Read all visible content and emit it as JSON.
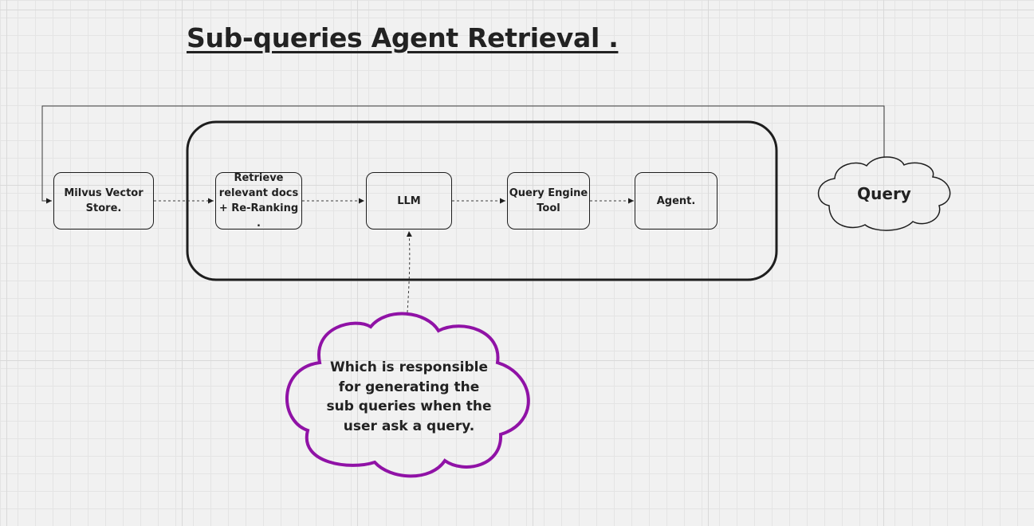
{
  "title": "Sub-queries Agent Retrieval .",
  "nodes": {
    "milvus": "Milvus Vector\nStore.",
    "retrieve": "Retrieve\nrelevant docs\n+ Re-Ranking .",
    "llm": "LLM",
    "query_engine": "Query Engine\nTool",
    "agent": "Agent."
  },
  "query_cloud": "Query",
  "note_cloud": "Which is responsible\nfor generating the\nsub queries when the\nuser ask a query.",
  "colors": {
    "stroke": "#1e1e1e",
    "note_stroke": "#9012a6",
    "background": "#f1f1f1"
  }
}
